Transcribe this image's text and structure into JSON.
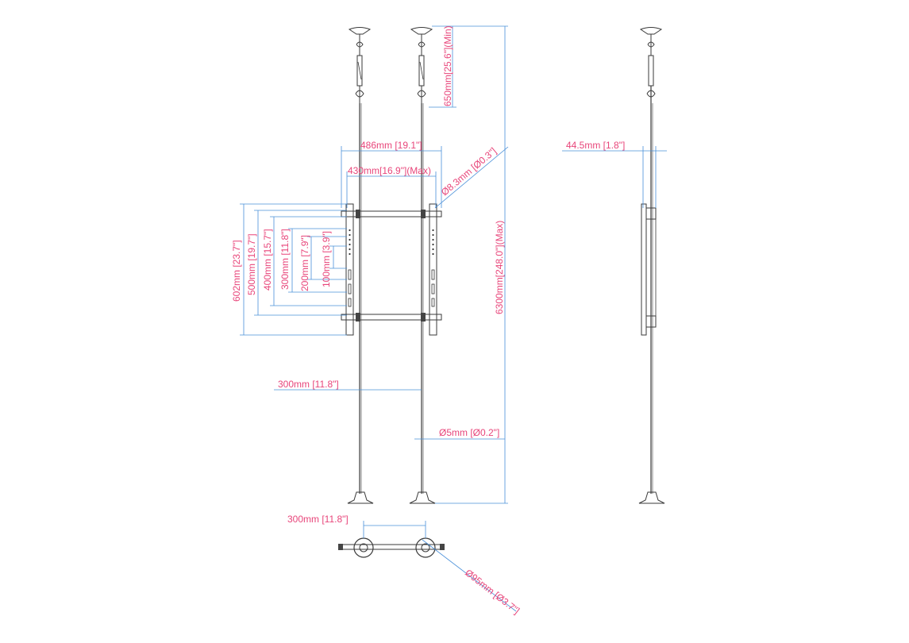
{
  "labels": {
    "min_drop": "650mm[25.6\"](Min)",
    "max_height": "6300mm[248.0\"](Max)",
    "width_outer": "486mm [19.1\"]",
    "width_max": "430mm[16.9\"](Max)",
    "rail_dia": "Ø8.3mm [Ø0.3\"]",
    "v602": "602mm [23.7\"]",
    "v500": "500mm [19.7\"]",
    "v400": "400mm [15.7\"]",
    "v300": "300mm [11.8\"]",
    "v200": "200mm [7.9\"]",
    "v100": "100mm [3.9\"]",
    "pole_spacing": "300mm [11.8\"]",
    "pole_dia": "Ø5mm [Ø0.2\"]",
    "depth": "44.5mm [1.8\"]",
    "base_spacing": "300mm [11.8\"]",
    "base_dia": "Ø95mm [Ø3.7\"]"
  }
}
